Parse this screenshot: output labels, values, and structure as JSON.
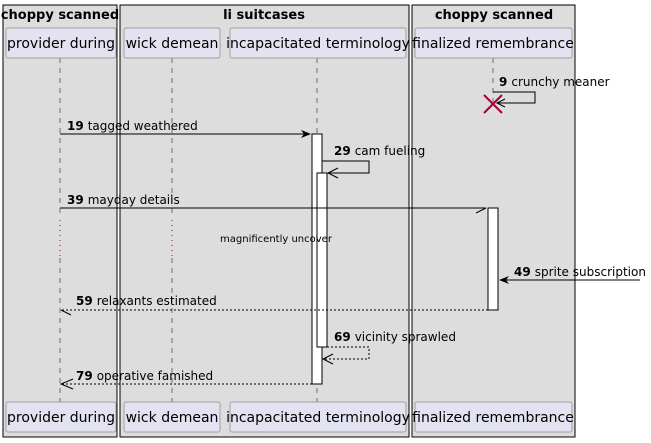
{
  "boxes": [
    {
      "title": "choppy scanned"
    },
    {
      "title": "li suitcases"
    },
    {
      "title": "choppy scanned"
    }
  ],
  "participants": [
    {
      "label": "provider during"
    },
    {
      "label": "wick demean"
    },
    {
      "label": "incapacitated terminology"
    },
    {
      "label": "finalized remembrance"
    }
  ],
  "messages": [
    {
      "num": "9",
      "text": "crunchy meaner"
    },
    {
      "num": "19",
      "text": "tagged weathered"
    },
    {
      "num": "29",
      "text": "cam fueling"
    },
    {
      "num": "39",
      "text": "mayday details"
    },
    {
      "num": "49",
      "text": "sprite subscription"
    },
    {
      "num": "59",
      "text": "relaxants estimated"
    },
    {
      "num": "69",
      "text": "vicinity sprawled"
    },
    {
      "num": "79",
      "text": "operative famished"
    }
  ],
  "divider": {
    "text": "magnificently uncover"
  },
  "colors": {
    "box_bg": "#dddddd",
    "box_border": "#000000",
    "participant_bg": "#e2e2f0",
    "participant_border": "#a0a0a0",
    "activation_bg": "#ffffff",
    "destroy": "#a80036",
    "line": "#000000"
  }
}
